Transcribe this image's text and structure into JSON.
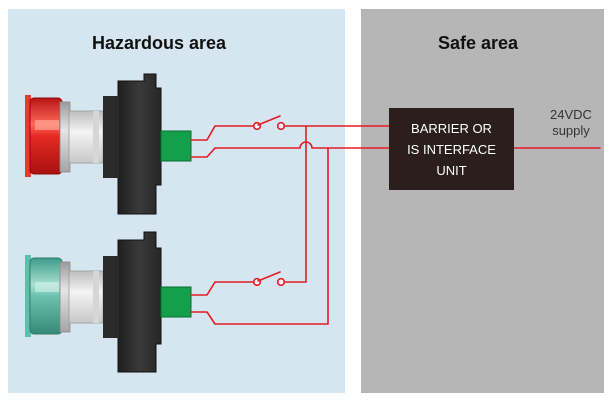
{
  "diagram": {
    "hazardous_area": {
      "title": "Hazardous area",
      "background": "#d6e6f0"
    },
    "safe_area": {
      "title": "Safe area",
      "background": "#b6b6b6"
    },
    "interface_unit": {
      "lines": [
        "BARRIER OR",
        "IS INTERFACE",
        "UNIT"
      ],
      "background": "#2a1f1d"
    },
    "supply": {
      "lines": [
        "24VDC",
        "supply"
      ]
    },
    "wire_color": "#e31b23",
    "buttons": [
      {
        "name": "red-pushbutton",
        "cap_color": "#d81e1e",
        "switch": "contact-block-switch"
      },
      {
        "name": "green-pushbutton",
        "cap_color": "#5bb8a4",
        "switch": "contact-block-switch"
      }
    ],
    "terminal_color": "#14a04a"
  }
}
